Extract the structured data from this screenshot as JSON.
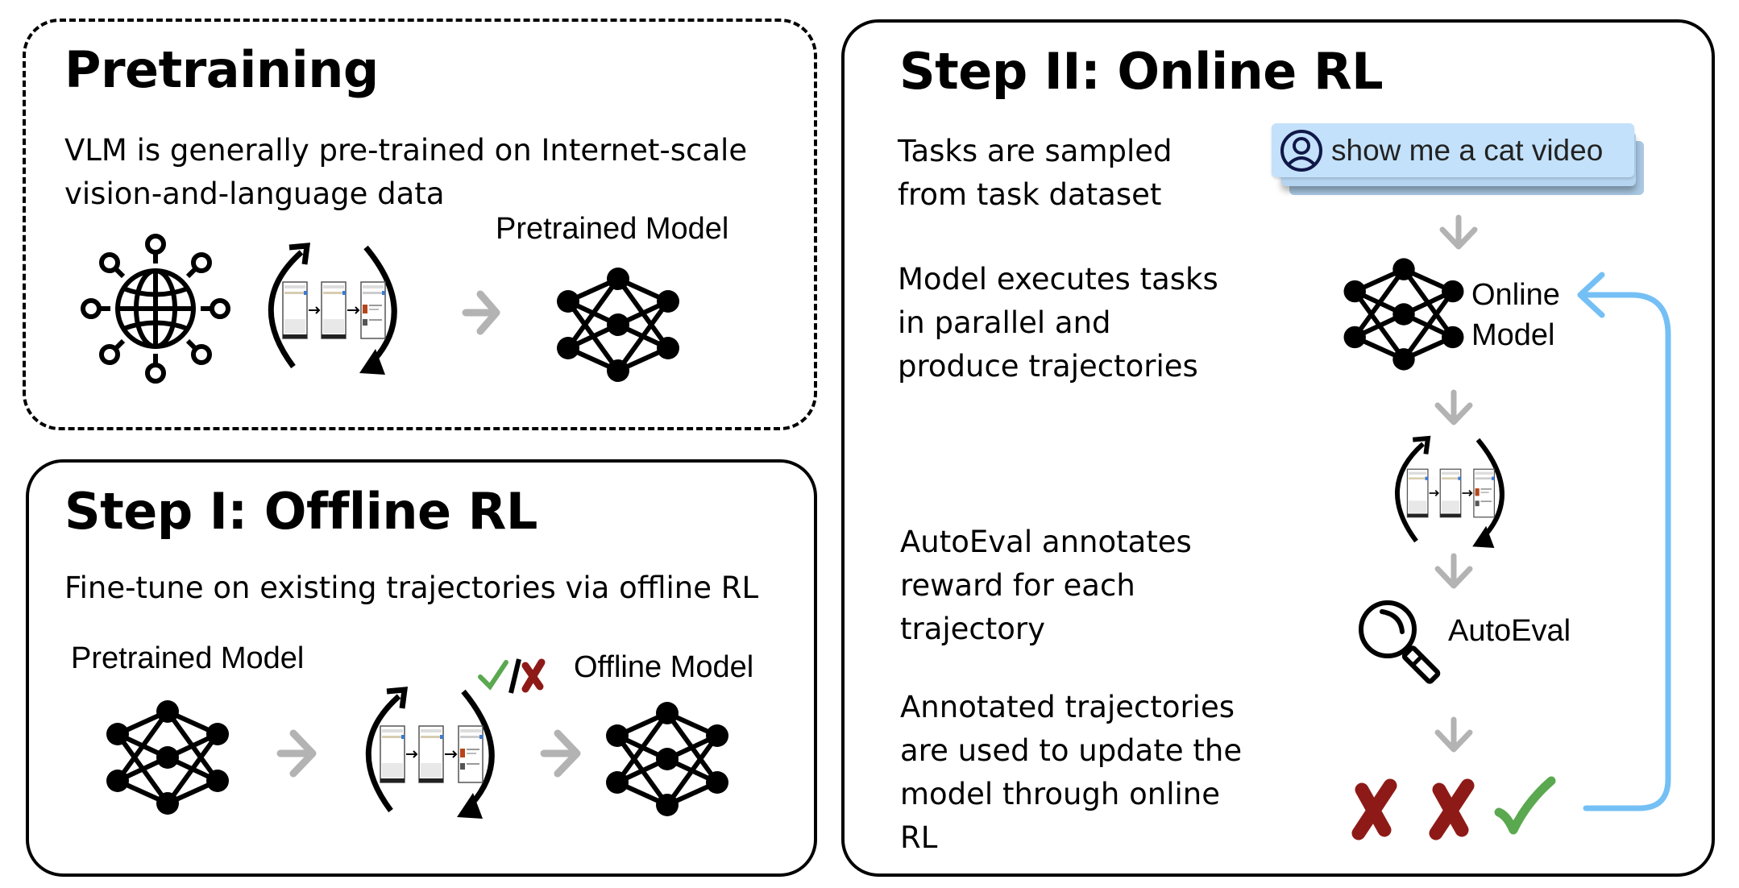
{
  "pretraining": {
    "title": "Pretraining",
    "description_lines": [
      "VLM is generally pre-trained on Internet-scale",
      "vision-and-language data"
    ],
    "model_label": "Pretrained Model"
  },
  "offline_rl": {
    "title": "Step I: Offline RL",
    "description": "Fine-tune on existing trajectories via offline RL",
    "input_label": "Pretrained Model",
    "output_label": "Offline Model",
    "annotation": "check / cross"
  },
  "online_rl": {
    "title": "Step II: Online RL",
    "steps": [
      {
        "lines": [
          "Tasks are sampled",
          "from task dataset"
        ]
      },
      {
        "lines": [
          "Model executes tasks",
          "in parallel and",
          "produce trajectories"
        ]
      },
      {
        "lines": [
          "AutoEval annotates",
          "reward for each",
          "trajectory"
        ]
      },
      {
        "lines": [
          "Annotated trajectories",
          "are used to update the",
          "model through online",
          "RL"
        ]
      }
    ],
    "task_card_text": "show me a cat video",
    "model_label_lines": [
      "Online",
      "Model"
    ],
    "evaluator_label": "AutoEval",
    "outcomes": [
      "fail",
      "fail",
      "success"
    ]
  },
  "icons": {
    "globe": "globe-network-icon",
    "network": "neural-network-icon",
    "trajectory": "trajectory-cycle-icon",
    "magnifier": "magnifier-icon",
    "user": "user-circle-icon",
    "check": "check-icon",
    "cross": "cross-icon"
  },
  "colors": {
    "arrow_gray": "#b3b3b3",
    "feedback_blue": "#74c0f5",
    "cross_red": "#8e1a17",
    "check_green": "#5aa84f",
    "task_card_bg": "#c3e1fa",
    "task_icon_navy": "#101848"
  }
}
